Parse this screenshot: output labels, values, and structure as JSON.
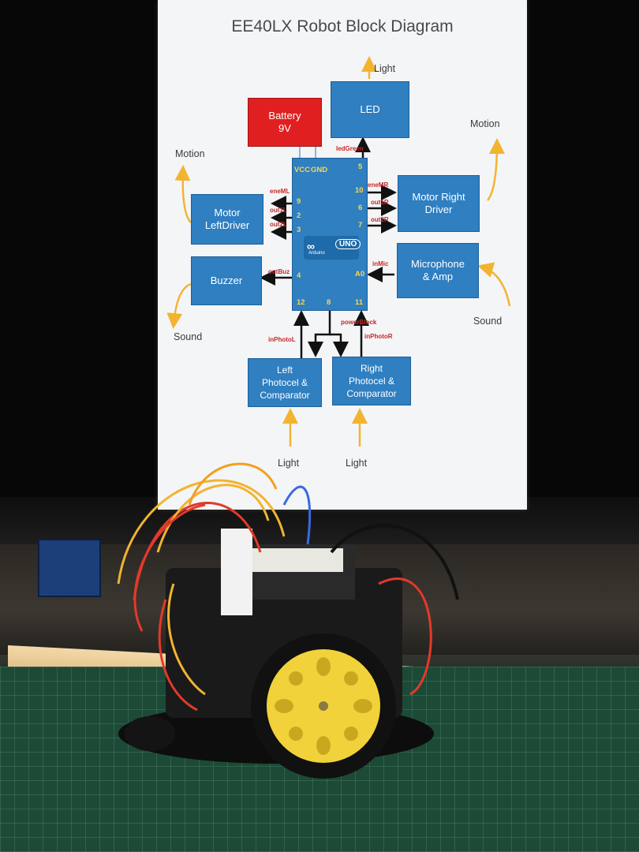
{
  "slide": {
    "title": "EE40LX Robot Block Diagram",
    "blocks": {
      "battery": "Battery\n9V",
      "led": "LED",
      "motor_left": "Motor\nLeftDriver",
      "motor_right": "Motor Right\nDriver",
      "buzzer": "Buzzer",
      "microphone": "Microphone\n& Amp",
      "photocell_left": "Left\nPhotocel &\nComparator",
      "photocell_right": "Right\nPhotocel &\nComparator"
    },
    "outside_labels": {
      "light_top": "Light",
      "motion_left": "Motion",
      "motion_right": "Motion",
      "sound_left": "Sound",
      "sound_right": "Sound",
      "light_bottom_left": "Light",
      "light_bottom_right": "Light"
    },
    "signals": {
      "ledGreen": "ledGreen",
      "eneML": "eneML",
      "out1L": "out1L",
      "out2L": "out2L",
      "outBuz": "outBuz",
      "eneMR": "eneMR",
      "out1R": "out1R",
      "out2R": "out2R",
      "inMic": "inMic",
      "powerBlock": "powerBlock",
      "inPhotoL": "inPhotoL",
      "inPhotoR": "inPhotoR"
    },
    "pins": {
      "vcc": "VCC",
      "gnd": "GND",
      "p5": "5",
      "p9": "9",
      "p2": "2",
      "p3": "3",
      "p4": "4",
      "p10": "10",
      "p6": "6",
      "p7": "7",
      "a0": "A0",
      "p12": "12",
      "p8": "8",
      "p11": "11"
    },
    "arduino": {
      "brand": "UNO",
      "sub": "Arduino"
    }
  },
  "colors": {
    "block_blue": "#2f7fc1",
    "battery_red": "#e02020",
    "arrow_yellow": "#f2b430",
    "signal_red": "#c62828",
    "mat_green": "#1c4a36",
    "wheel_yellow": "#f2d23a"
  }
}
